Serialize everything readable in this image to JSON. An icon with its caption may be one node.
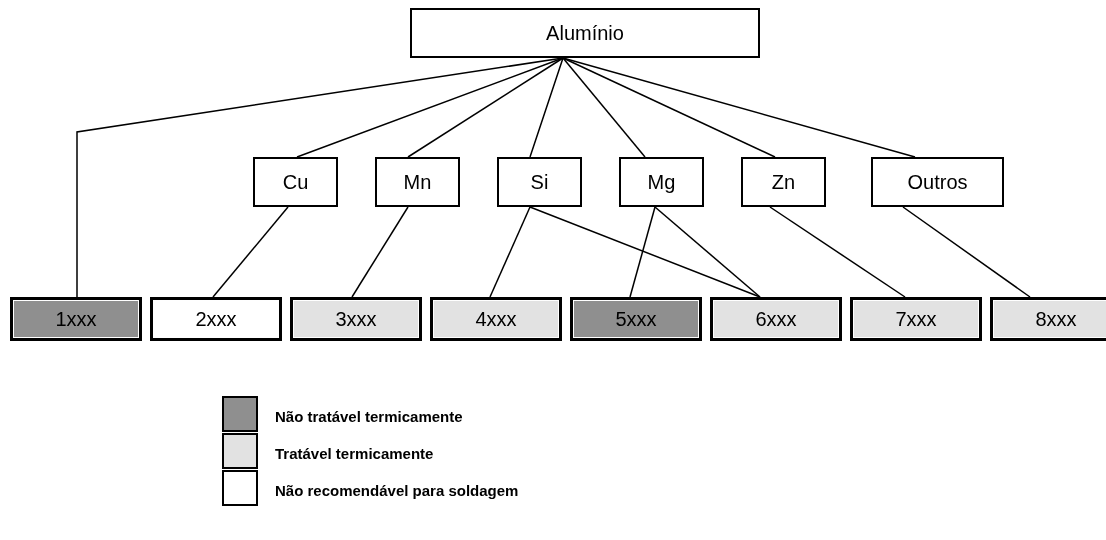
{
  "diagram": {
    "nodes": [
      {
        "text": [
          "Alumínio"
        ]
      },
      {
        "text": [
          "Cu"
        ]
      },
      {
        "text": [
          "Mn"
        ]
      },
      {
        "text": [
          "Si"
        ]
      },
      {
        "text": [
          "Mg"
        ]
      },
      {
        "text": [
          "Zn"
        ]
      },
      {
        "text": [
          "Outros"
        ]
      },
      {
        "text": [
          "1xxx"
        ]
      },
      {
        "text": [
          "2xxx"
        ]
      },
      {
        "text": [
          "3xxx"
        ]
      },
      {
        "text": [
          "4xxx"
        ]
      },
      {
        "text": [
          "5xxx"
        ]
      },
      {
        "text": [
          "6xxx"
        ]
      },
      {
        "text": [
          "7xxx"
        ]
      },
      {
        "text": [
          "8xxx"
        ]
      }
    ],
    "edges": [
      {
        "from": 0,
        "to": 7,
        "arrow": "none"
      },
      {
        "from": 0,
        "to": 1,
        "arrow": "none"
      },
      {
        "from": 0,
        "to": 2,
        "arrow": "none"
      },
      {
        "from": 0,
        "to": 3,
        "arrow": "none"
      },
      {
        "from": 0,
        "to": 4,
        "arrow": "none"
      },
      {
        "from": 0,
        "to": 5,
        "arrow": "none"
      },
      {
        "from": 0,
        "to": 6,
        "arrow": "none"
      },
      {
        "from": 1,
        "to": 8,
        "arrow": "none"
      },
      {
        "from": 2,
        "to": 9,
        "arrow": "none"
      },
      {
        "from": 3,
        "to": 10,
        "arrow": "none"
      },
      {
        "from": 3,
        "to": 12,
        "arrow": "none"
      },
      {
        "from": 4,
        "to": 11,
        "arrow": "none"
      },
      {
        "from": 4,
        "to": 12,
        "arrow": "none"
      },
      {
        "from": 5,
        "to": 13,
        "arrow": "none"
      },
      {
        "from": 6,
        "to": 14,
        "arrow": "none"
      }
    ],
    "legend": [
      {
        "text": "Não tratável termicamente",
        "color": "#8f8f8f"
      },
      {
        "text": "Tratável termicamente",
        "color": "#e2e2e2"
      },
      {
        "text": "Não recomendável para soldagem",
        "color": "#ffffff"
      }
    ]
  }
}
